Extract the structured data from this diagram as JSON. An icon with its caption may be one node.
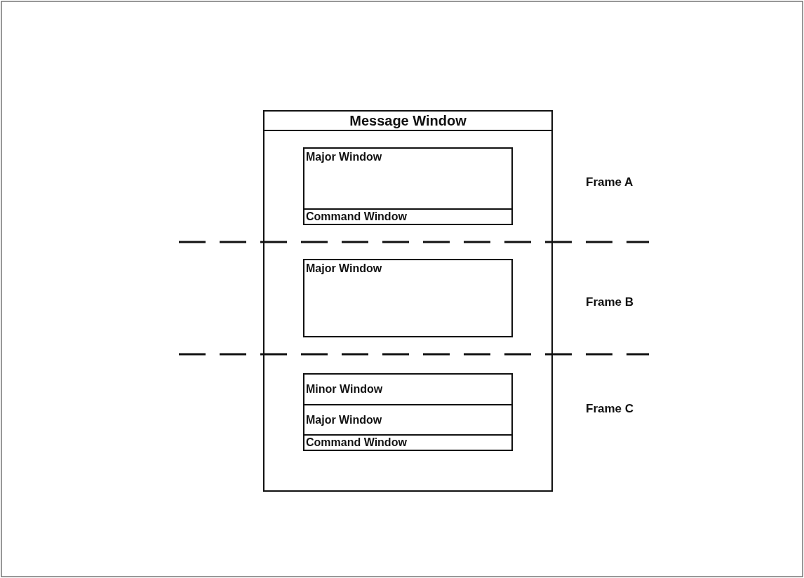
{
  "diagram": {
    "nodes": [
      {
        "text": [
          "Message Window"
        ]
      },
      {
        "text": [
          "Major Window"
        ],
        "in": 0
      },
      {
        "text": [
          "Command Window"
        ],
        "in": 1
      },
      {
        "text": [
          "Major Window"
        ],
        "in": 0
      },
      {
        "text": [
          "Minor Window"
        ],
        "in": 0
      },
      {
        "text": [
          "Major Window"
        ],
        "in": 0
      },
      {
        "text": [
          "Command Window"
        ],
        "in": 0
      }
    ],
    "edges": [],
    "labels": [
      "Frame A",
      "Frame B",
      "Frame C"
    ]
  }
}
